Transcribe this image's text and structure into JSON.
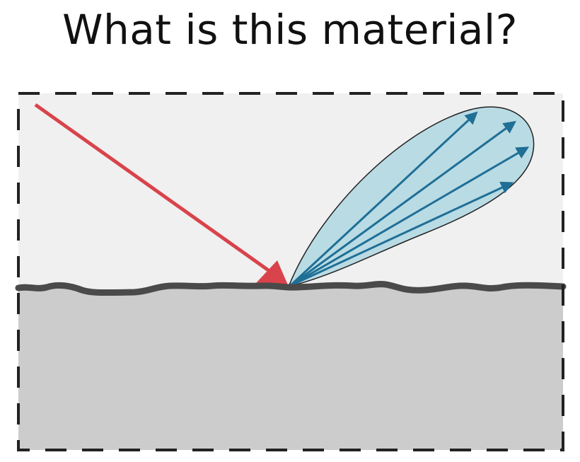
{
  "title": "What is this material?",
  "figure": {
    "description_colors": {
      "incident_ray": "#d9434b",
      "reflected_rays": "#1f6f96",
      "lobe_fill": "#b9dbe4",
      "lobe_outline": "#222222",
      "air_region": "#f0f0f0",
      "material_region": "#cccccc",
      "surface_line": "#4a4a4a",
      "frame": "#222222"
    },
    "frame_style": "dashed",
    "reflected_ray_count": 4
  }
}
